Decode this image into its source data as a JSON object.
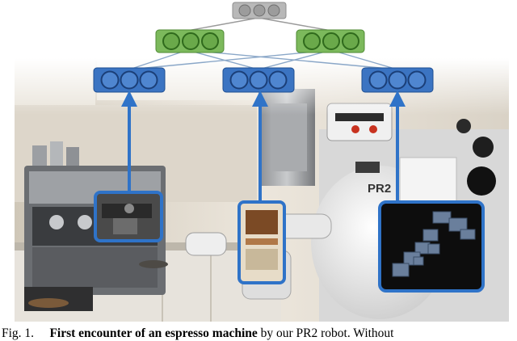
{
  "figure": {
    "robot_label": "PR2",
    "icons": [
      "network-node-icon",
      "robot-arm-icon",
      "espresso-machine-icon",
      "manual-page-icon",
      "point-cloud-icon"
    ],
    "colors": {
      "top_node": "#b8b8b8",
      "hidden_node": "#7cb95c",
      "input_node": "#3b74c2",
      "focus_box": "#2f73c8",
      "arrow": "#2f73c8"
    }
  },
  "caption": {
    "prefix": "Fig. 1.",
    "bold": "First encounter of an espresso machine",
    "rest": "by our PR2 robot. Without"
  }
}
